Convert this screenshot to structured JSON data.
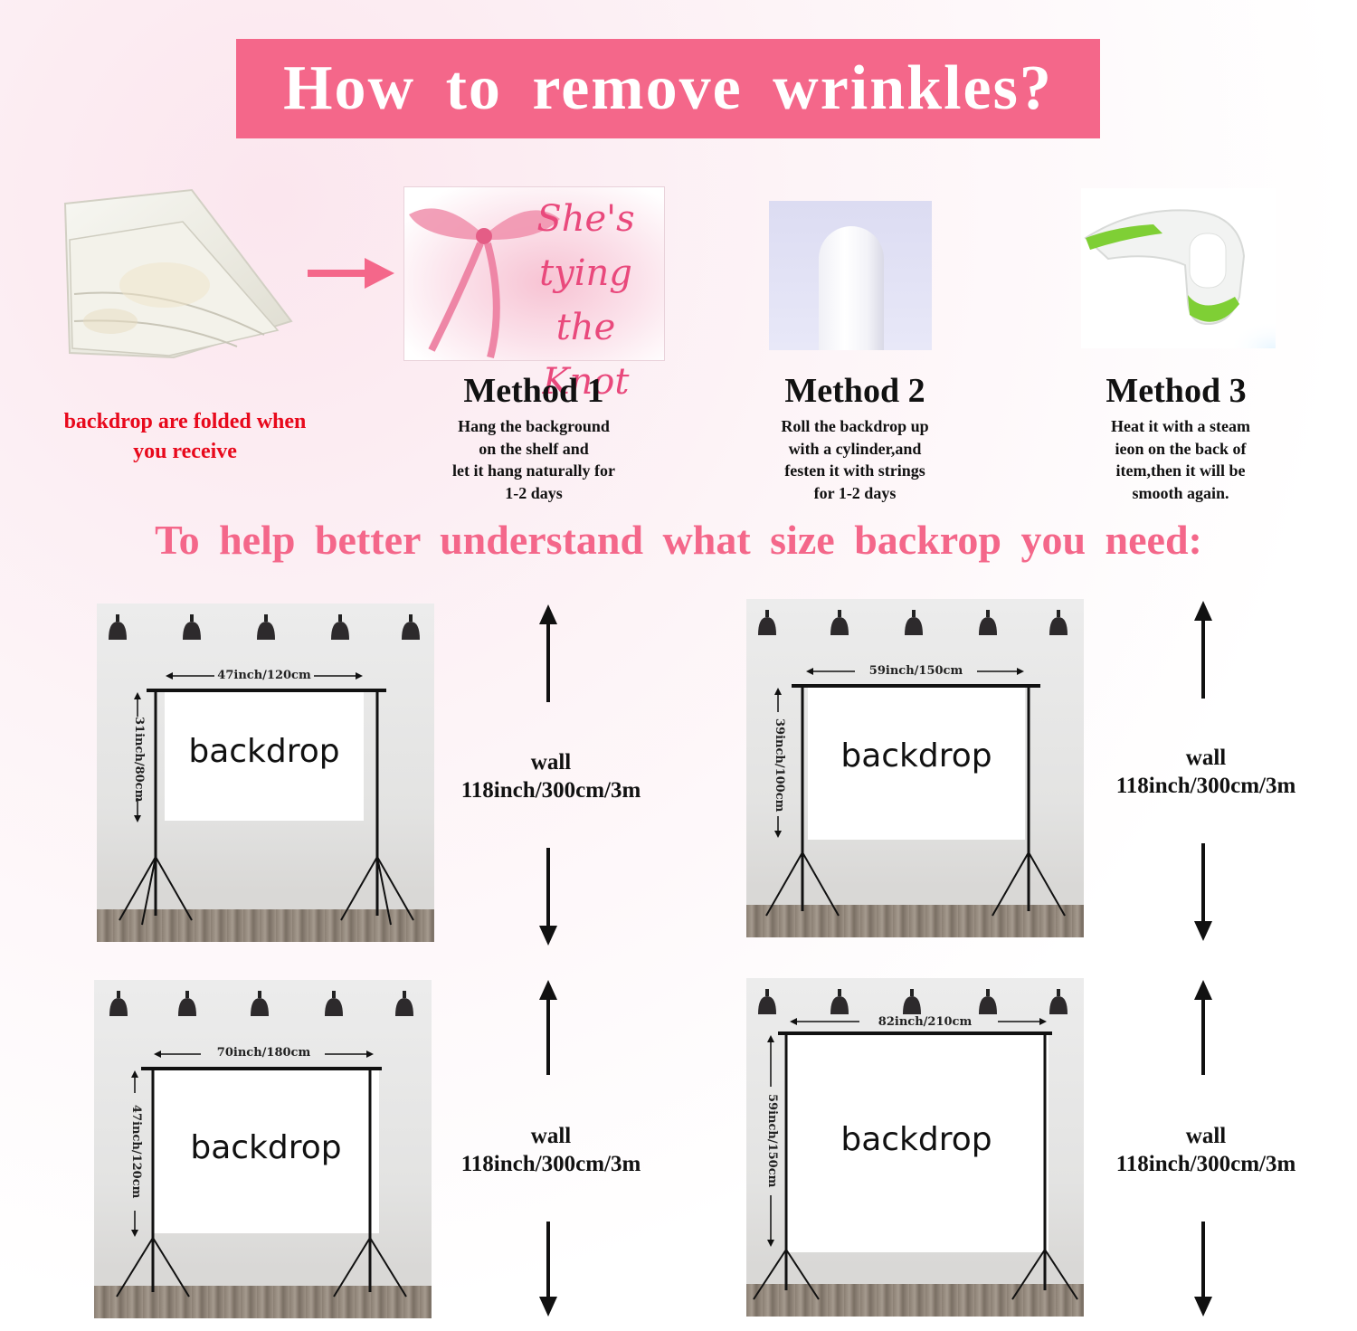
{
  "title": "How to remove wrinkles?",
  "card_text": [
    "She's",
    "tying the",
    "Knot"
  ],
  "folded_note": "backdrop are folded when you receive",
  "methods": [
    {
      "title": "Method 1",
      "desc": "Hang the background\non the shelf and\nlet it hang naturally for\n1-2 days"
    },
    {
      "title": "Method 2",
      "desc": "Roll the backdrop up\nwith a cylinder,and\nfesten it with strings\nfor 1-2 days"
    },
    {
      "title": "Method 3",
      "desc": "Heat it with a steam\nieon on the back of\nitem,then it will be\nsmooth again."
    }
  ],
  "subtitle": "To help better understand what size backrop you need:",
  "backdrop_label": "backdrop",
  "wall": {
    "label": "wall",
    "size": "118inch/300cm/3m"
  },
  "sizes": [
    {
      "width": "47inch/120cm",
      "height": "31inch/80cm"
    },
    {
      "width": "59inch/150cm",
      "height": "39inch/100cm"
    },
    {
      "width": "70inch/180cm",
      "height": "47inch/120cm"
    },
    {
      "width": "82inch/210cm",
      "height": "59inch/150cm"
    }
  ],
  "colors": {
    "accent_pink": "#f4678a",
    "note_red": "#e8091c"
  },
  "icons": [
    "arrow-right-icon",
    "bow-icon",
    "lamp-icon",
    "arrow-up-icon",
    "arrow-down-icon"
  ]
}
